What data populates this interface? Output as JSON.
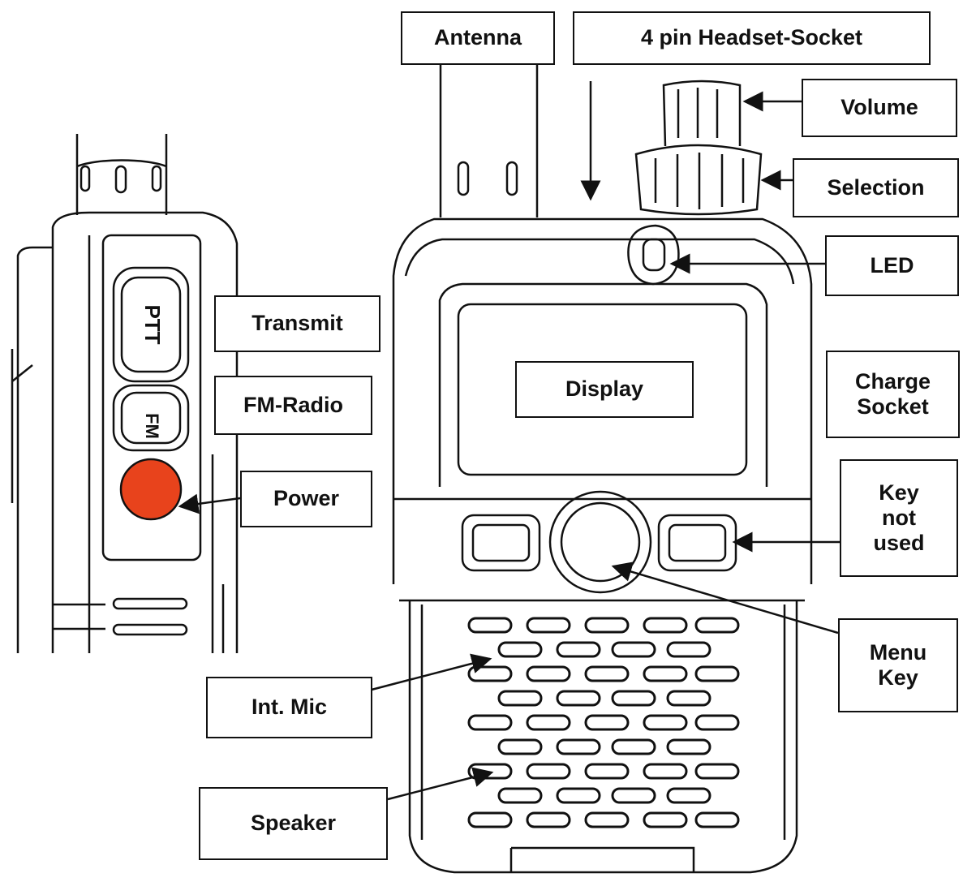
{
  "labels": {
    "antenna": "Antenna",
    "headset_socket": "4 pin Headset-Socket",
    "volume": "Volume",
    "selection": "Selection",
    "led": "LED",
    "transmit": "Transmit",
    "fm_radio": "FM-Radio",
    "power": "Power",
    "display": "Display",
    "charge_socket_line1": "Charge",
    "charge_socket_line2": "Socket",
    "key_not_used_line1": "Key",
    "key_not_used_line2": "not",
    "key_not_used_line3": "used",
    "menu_key_line1": "Menu",
    "menu_key_line2": "Key",
    "int_mic": "Int. Mic",
    "speaker": "Speaker"
  },
  "button_marks": {
    "ptt": "PTT",
    "fm": "FM"
  },
  "colors": {
    "line": "#111111",
    "power_button": "#e8431c",
    "background": "#ffffff"
  }
}
